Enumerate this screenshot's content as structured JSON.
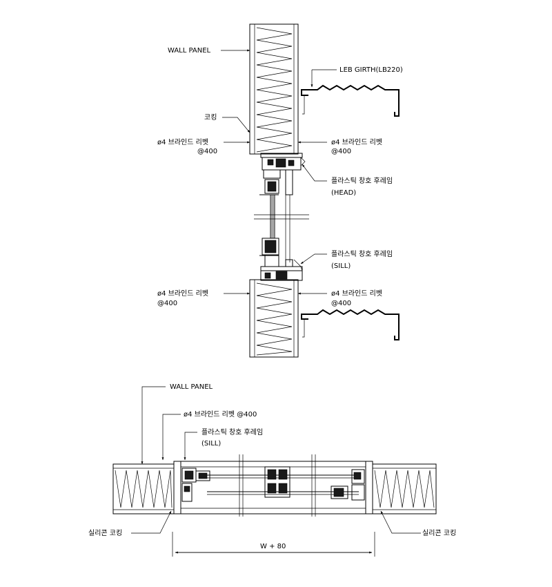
{
  "section_labels": {
    "wall_panel": "WALL PANEL",
    "girth": "LEB GIRTH(LB220)",
    "caulking": "코킹",
    "rivet_l1": "ø4 브라인드 리벳",
    "rivet_l1_spacing": "@400",
    "rivet_r1": "ø4 브라인드 리벳",
    "rivet_r1_spacing": "@400",
    "frame_head": "플라스틱 창호 후레임",
    "frame_head_sub": "(HEAD)",
    "frame_sill": "플라스틱 창호 후레임",
    "frame_sill_sub": "(SILL)",
    "rivet_l2": "ø4 브라인드 리벳",
    "rivet_l2_spacing": "@400",
    "rivet_r2": "ø4 브라인드 리벳",
    "rivet_r2_spacing": "@400"
  },
  "plan_labels": {
    "wall_panel": "WALL PANEL",
    "rivet": "ø4 브라인드 리벳 @400",
    "frame": "플라스틱 창호 후레임",
    "frame_sub": "(SILL)",
    "silicone_left": "실리콘 코킹",
    "silicone_right": "실리콘 코킹",
    "dimension": "W + 80"
  }
}
